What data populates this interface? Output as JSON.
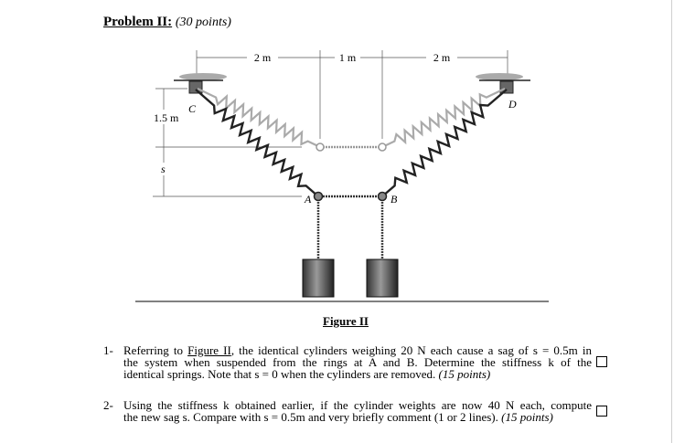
{
  "problem": {
    "label": "Problem II:",
    "points": "(30 points)"
  },
  "figure": {
    "dims": {
      "left": "2 m",
      "middle": "1 m",
      "right": "2 m",
      "height": "1.5 m",
      "sag": "s"
    },
    "labels": {
      "C": "C",
      "D": "D",
      "A": "A",
      "B": "B"
    },
    "caption": "Figure II"
  },
  "questions": [
    {
      "number": "1-",
      "l1_pre": "Referring to ",
      "l1_link": "Figure II",
      "l1_post": ", the identical cylinders weighing 20 N each cause a sag of s = 0.5m in",
      "l2": "the system when suspended from the rings at A and B.  Determine the stiffness k of the",
      "l3": "identical springs.  Note that s = 0 when the cylinders are removed.",
      "points": "(15 points)"
    },
    {
      "number": "2-",
      "l1": "Using the stiffness k obtained earlier, if the cylinder weights are now 40 N each, compute",
      "l2": "the new sag s.  Compare with s = 0.5m and very briefly comment (1 or 2 lines).",
      "points": "(15 points)"
    }
  ]
}
